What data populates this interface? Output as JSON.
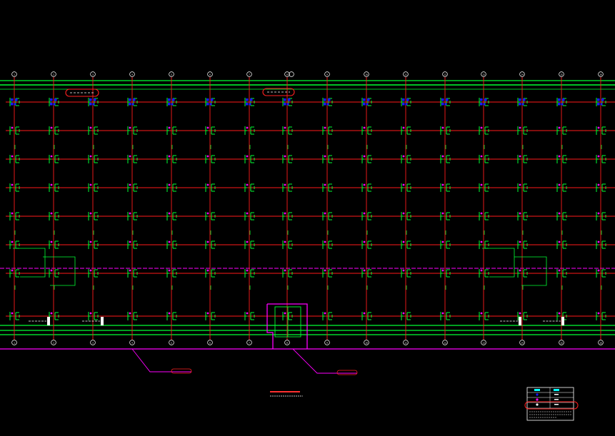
{
  "drawing": {
    "background": "#000000",
    "colors": {
      "grid_vertical": "#ff1a1a",
      "grid_horizontal": "#ff1a1a",
      "rail": "#00ff33",
      "column_bracket": "#00ff33",
      "magenta": "#ff00ff",
      "blue_mark": "#1a1aff",
      "white": "#ffffff",
      "cyan_legend": "#00ffff",
      "highlight_oval": "#ff2020",
      "title_text": "#ff3030"
    },
    "axis_bubble_labels": [
      "1",
      "2",
      "3",
      "4",
      "5",
      "6",
      "7",
      "8",
      "9",
      "10",
      "11",
      "12",
      "13",
      "14",
      "15",
      "16"
    ],
    "title": "",
    "subtitle": "",
    "leader_label_left": "",
    "leader_label_right": "",
    "legend": {
      "rows": [
        "",
        "",
        "",
        ""
      ],
      "note_lines": [
        "",
        ""
      ]
    }
  }
}
